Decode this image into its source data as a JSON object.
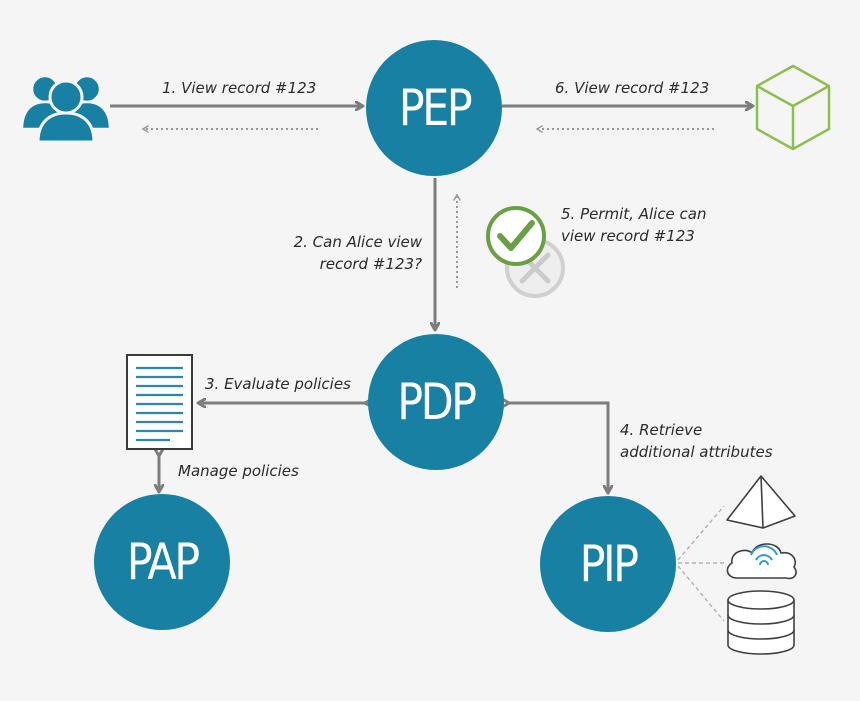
{
  "nodes": {
    "pep": "PEP",
    "pdp": "PDP",
    "pap": "PAP",
    "pip": "PIP"
  },
  "labels": {
    "step1": "1. View record #123",
    "step2_line1": "2. Can Alice view",
    "step2_line2": "record #123?",
    "step3": "3. Evaluate policies",
    "step4_line1": "4. Retrieve",
    "step4_line2": "additional attributes",
    "step5_line1": "5. Permit, Alice can",
    "step5_line2": "view record #123",
    "step6": "6. View record #123",
    "manage": "Manage policies"
  },
  "icons": {
    "users": "users-group-icon",
    "resource": "cube-icon",
    "policy": "document-icon",
    "permit": "checkmark-circle-icon",
    "deny": "x-circle-icon",
    "sources": [
      "pyramid-icon",
      "cloud-icon",
      "database-icon"
    ]
  },
  "colors": {
    "node": "#1880a2",
    "arrow": "#7d7d7d",
    "dotted": "#9a9a9a",
    "permit": "#6aa045",
    "deny": "#c8c8c8",
    "cube": "#8cbf4e",
    "doc_lines": "#2f86a8",
    "background": "#f5f5f5"
  }
}
